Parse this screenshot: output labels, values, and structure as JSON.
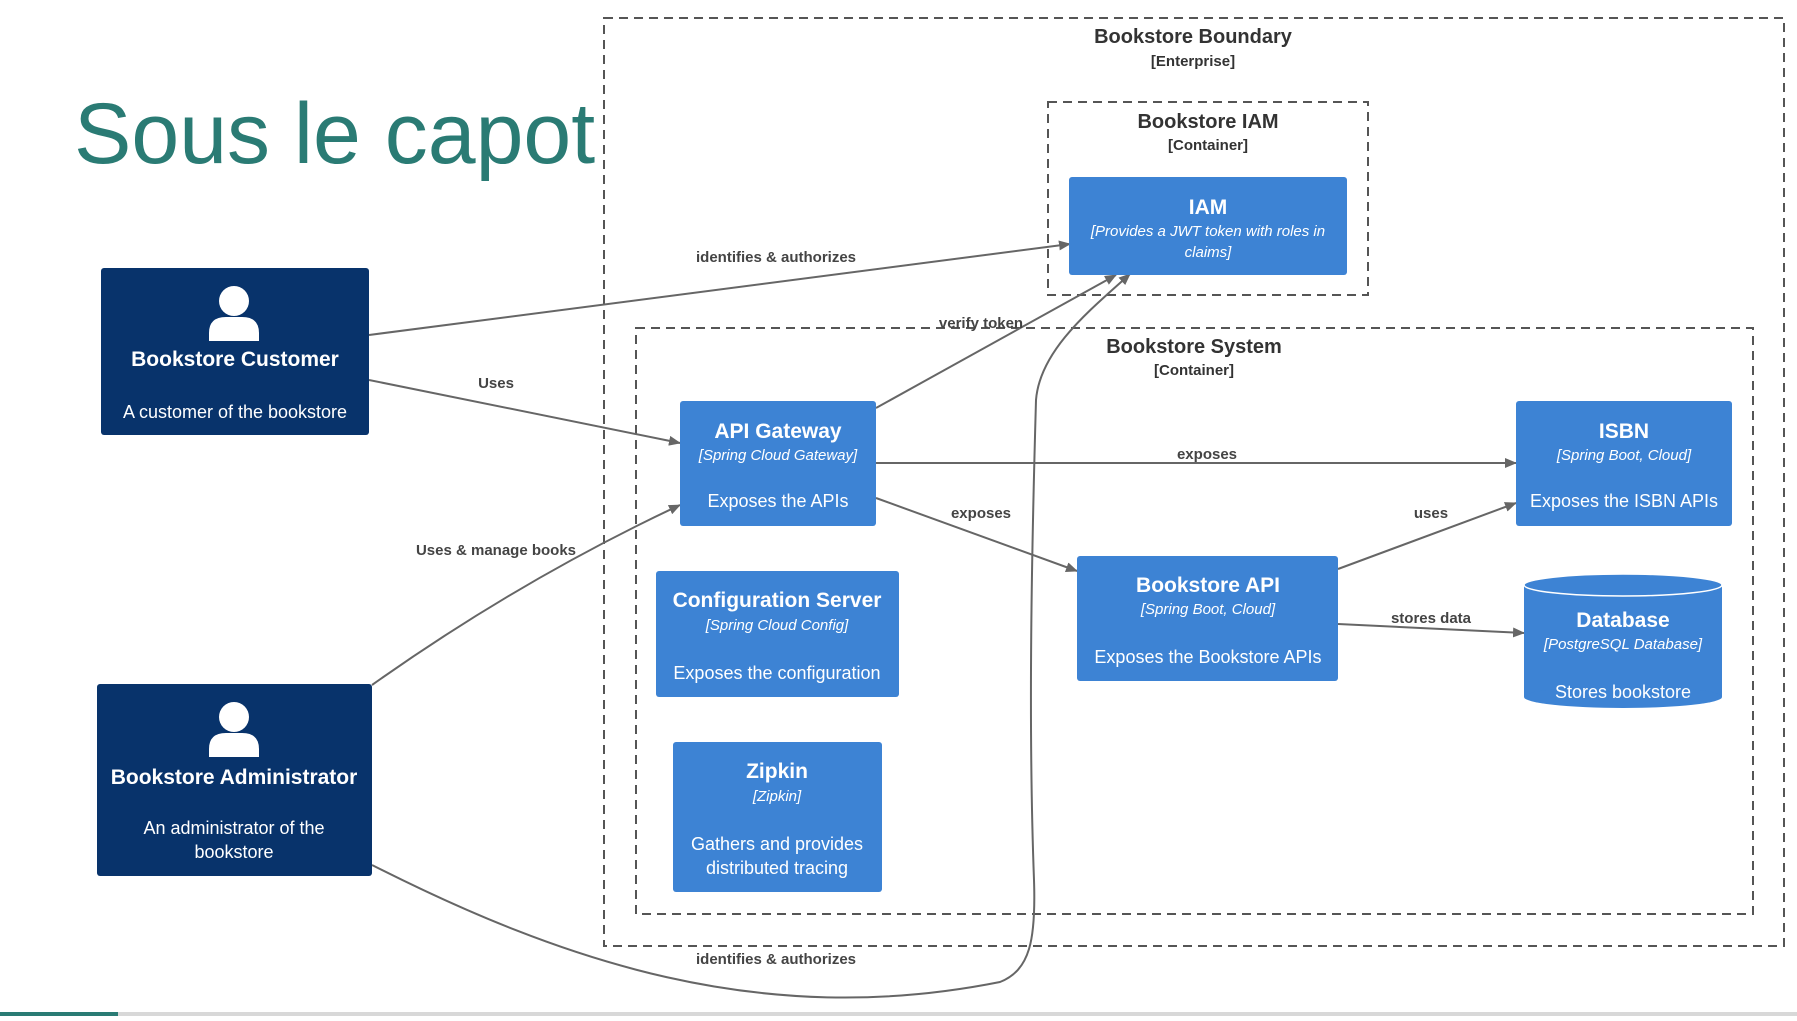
{
  "title": "Sous le capot",
  "boundaries": {
    "enterprise": {
      "name": "Bookstore Boundary",
      "type": "[Enterprise]"
    },
    "iam": {
      "name": "Bookstore IAM",
      "type": "[Container]"
    },
    "system": {
      "name": "Bookstore System",
      "type": "[Container]"
    }
  },
  "people": {
    "customer": {
      "name": "Bookstore Customer",
      "desc": "A customer of the bookstore",
      "icon": "person-icon"
    },
    "admin": {
      "name": "Bookstore Administrator",
      "desc": [
        "An administrator of the",
        "bookstore"
      ],
      "icon": "person-icon"
    }
  },
  "containers": {
    "iam": {
      "name": "IAM",
      "tech": [
        "[Provides a JWT token with roles in",
        "claims]"
      ]
    },
    "gateway": {
      "name": "API Gateway",
      "tech": "[Spring Cloud Gateway]",
      "desc": "Exposes the APIs"
    },
    "isbn": {
      "name": "ISBN",
      "tech": "[Spring Boot, Cloud]",
      "desc": "Exposes the ISBN APIs"
    },
    "config": {
      "name": "Configuration Server",
      "tech": "[Spring Cloud Config]",
      "desc": "Exposes the configuration"
    },
    "bookstore_api": {
      "name": "Bookstore API",
      "tech": "[Spring Boot, Cloud]",
      "desc": "Exposes the Bookstore APIs"
    },
    "database": {
      "name": "Database",
      "tech": "[PostgreSQL Database]",
      "desc": "Stores bookstore"
    },
    "zipkin": {
      "name": "Zipkin",
      "tech": "[Zipkin]",
      "desc": [
        "Gathers and provides",
        "distributed tracing"
      ]
    }
  },
  "edges": {
    "customer_iam": "identifies & authorizes",
    "customer_gateway": "Uses",
    "admin_gateway": "Uses & manage books",
    "gateway_iam": "verify token",
    "gateway_isbn": "exposes",
    "gateway_bookstore_api": "exposes",
    "bookstore_api_isbn": "uses",
    "bookstore_api_database": "stores data",
    "admin_iam": "identifies & authorizes"
  },
  "colors": {
    "title": "#2a7b74",
    "person": "#08336b",
    "container": "#3d83d4",
    "footer_accent": "#2a7b74"
  }
}
